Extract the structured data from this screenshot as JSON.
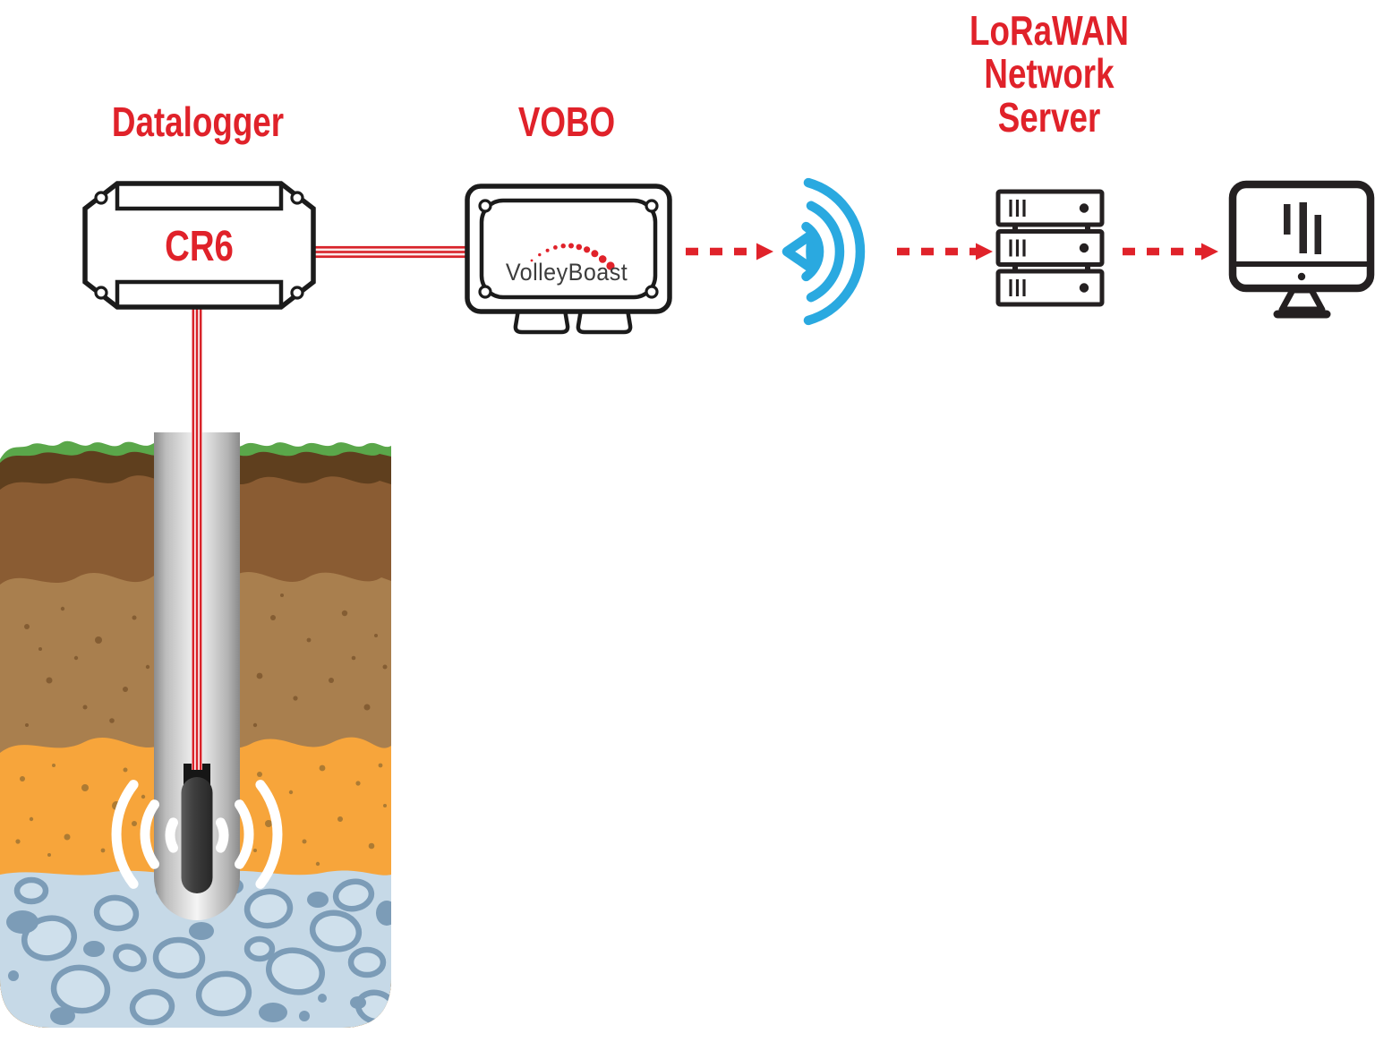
{
  "diagram": {
    "nodes": {
      "datalogger": {
        "label": "Datalogger",
        "model": "CR6"
      },
      "vobo": {
        "label": "VOBO",
        "logo_text": "VolleyBoast"
      },
      "network_server": {
        "label": "LoRaWAN\nNetwork\nServer"
      }
    },
    "icons": {
      "wireless_signal": "wifi-signal-arcs",
      "server_rack": "three-stacked-server-units",
      "desktop_computer": "monitor-with-bar-chart",
      "sensor": "downhole-probe-capsule",
      "sound_waves": "white-arcs-both-sides",
      "well": "gray-casing-tube-in-soil"
    },
    "colors": {
      "accent_red": "#e0222a",
      "wifi_blue": "#2aa9e0",
      "icon_dark": "#242021",
      "grass_green": "#5aa74a",
      "grass_green_dark": "#3f8c3f",
      "topsoil_dark_brown": "#5f3f1e",
      "subsoil_brown": "#8a5c33",
      "sediment_tan": "#a97f4e",
      "sand_orange": "#f7a53b",
      "water_blue": "#c6d9e7",
      "stone_blue": "#7c9cb7",
      "casing_gray": "#909090"
    }
  }
}
